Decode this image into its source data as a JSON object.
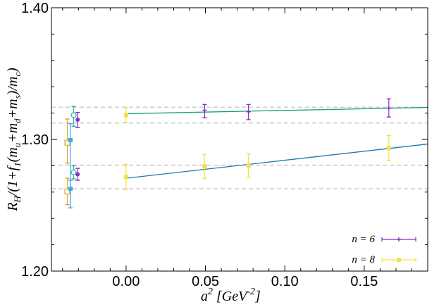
{
  "chart_data": {
    "type": "scatter",
    "xlabel": "a^2 [GeV^-2]",
    "ylabel": "R_H/(1+f_1(m_u+m_d+m_s)/m_c)",
    "xlim": [
      -0.047,
      0.19
    ],
    "ylim": [
      1.2,
      1.4
    ],
    "x_ticks": [
      "0.00",
      "0.05",
      "0.10",
      "0.15"
    ],
    "y_ticks": [
      "1.20",
      "1.30",
      "1.40"
    ],
    "grid": false,
    "legend_position": "bottom-right",
    "colors": {
      "n6": "#8a2fc9",
      "n8": "#f0e24a",
      "fit_n6": "#169c80",
      "fit_n8": "#1f78b4",
      "extrap_cyan": "#2cb5b0",
      "extrap_blue": "#3fa9e0",
      "extrap_gold": "#d8a630",
      "band": "#bdbdbd"
    },
    "series": [
      {
        "name": "n = 6",
        "legend_label": "n = 6",
        "marker": "cross",
        "color": "#8a2fc9",
        "points": [
          {
            "x": 0.0495,
            "y": 1.3222,
            "ylo": 1.3165,
            "yhi": 1.3265
          },
          {
            "x": 0.0771,
            "y": 1.321,
            "ylo": 1.315,
            "yhi": 1.3265
          },
          {
            "x": 0.1655,
            "y": 1.3238,
            "ylo": 1.317,
            "yhi": 1.3308
          }
        ]
      },
      {
        "name": "n = 8",
        "legend_label": "n = 8",
        "marker": "square",
        "color": "#f0e24a",
        "points": [
          {
            "x": 0.0,
            "y": 1.3185,
            "ylo": 1.313,
            "yhi": 1.324
          },
          {
            "x": 0.0,
            "y": 1.2715,
            "ylo": 1.262,
            "yhi": 1.281
          },
          {
            "x": 0.0495,
            "y": 1.2795,
            "ylo": 1.2705,
            "yhi": 1.2885
          },
          {
            "x": 0.0771,
            "y": 1.2802,
            "ylo": 1.2712,
            "yhi": 1.2892
          },
          {
            "x": 0.1655,
            "y": 1.2935,
            "ylo": 1.284,
            "yhi": 1.303
          }
        ]
      }
    ],
    "fits": [
      {
        "color": "#169c80",
        "x": [
          0.0,
          0.19
        ],
        "y": [
          1.3195,
          1.3243
        ]
      },
      {
        "color": "#1f78b4",
        "x": [
          0.0,
          0.19
        ],
        "y": [
          1.2705,
          1.2965
        ]
      }
    ],
    "bands": [
      1.3245,
      1.3125,
      1.2805,
      1.2625
    ],
    "extrapolations": [
      {
        "x": -0.037,
        "y": 1.2975,
        "ylo": 1.282,
        "yhi": 1.3155,
        "color": "#d8a630",
        "marker": "open-square"
      },
      {
        "x": -0.037,
        "y": 1.2605,
        "ylo": 1.2505,
        "yhi": 1.2705,
        "color": "#d8a630",
        "marker": "open-square"
      },
      {
        "x": -0.035,
        "y": 1.2995,
        "ylo": 1.248,
        "yhi": 1.312,
        "color": "#3fa9e0",
        "marker": "filled-square"
      },
      {
        "x": -0.035,
        "y": 1.2625,
        "ylo": 1.248,
        "yhi": 1.269,
        "color": "#3fa9e0",
        "marker": "filled-square"
      },
      {
        "x": -0.033,
        "y": 1.3185,
        "ylo": 1.31,
        "yhi": 1.325,
        "color": "#2cb5b0",
        "marker": "open-circle"
      },
      {
        "x": -0.033,
        "y": 1.275,
        "ylo": 1.27,
        "yhi": 1.28,
        "color": "#2cb5b0",
        "marker": "open-circle"
      },
      {
        "x": -0.0305,
        "y": 1.315,
        "ylo": 1.309,
        "yhi": 1.3205,
        "color": "#8a2fc9",
        "marker": "filled-circle"
      },
      {
        "x": -0.0305,
        "y": 1.2735,
        "ylo": 1.269,
        "yhi": 1.278,
        "color": "#8a2fc9",
        "marker": "filled-circle"
      }
    ]
  }
}
